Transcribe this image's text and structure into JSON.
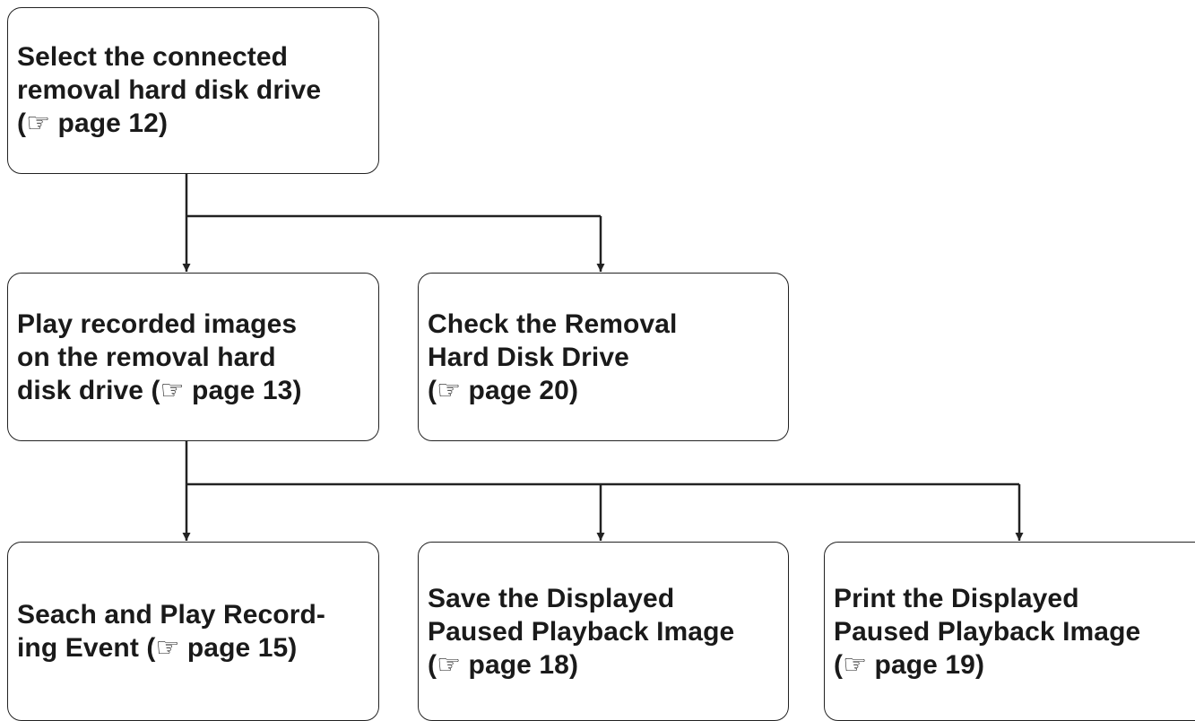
{
  "flowchart": {
    "nodes": [
      {
        "id": "select",
        "text": "Select the connected\nremoval hard disk drive\n(☞ page 12)"
      },
      {
        "id": "play",
        "text": "Play recorded images\non the removal hard\ndisk drive (☞ page 13)"
      },
      {
        "id": "check",
        "text": "Check the Removal\nHard Disk Drive\n(☞ page 20)"
      },
      {
        "id": "search",
        "text": "Seach and Play Record-\ning Event (☞ page 15)"
      },
      {
        "id": "save",
        "text": "Save the Displayed\nPaused Playback Image\n(☞ page 18)"
      },
      {
        "id": "print",
        "text": "Print the Displayed\nPaused Playback Image\n(☞ page 19)"
      }
    ],
    "edges": [
      {
        "from": "select",
        "to": "play"
      },
      {
        "from": "select",
        "to": "check"
      },
      {
        "from": "play",
        "to": "search"
      },
      {
        "from": "play",
        "to": "save"
      },
      {
        "from": "play",
        "to": "print"
      }
    ]
  }
}
